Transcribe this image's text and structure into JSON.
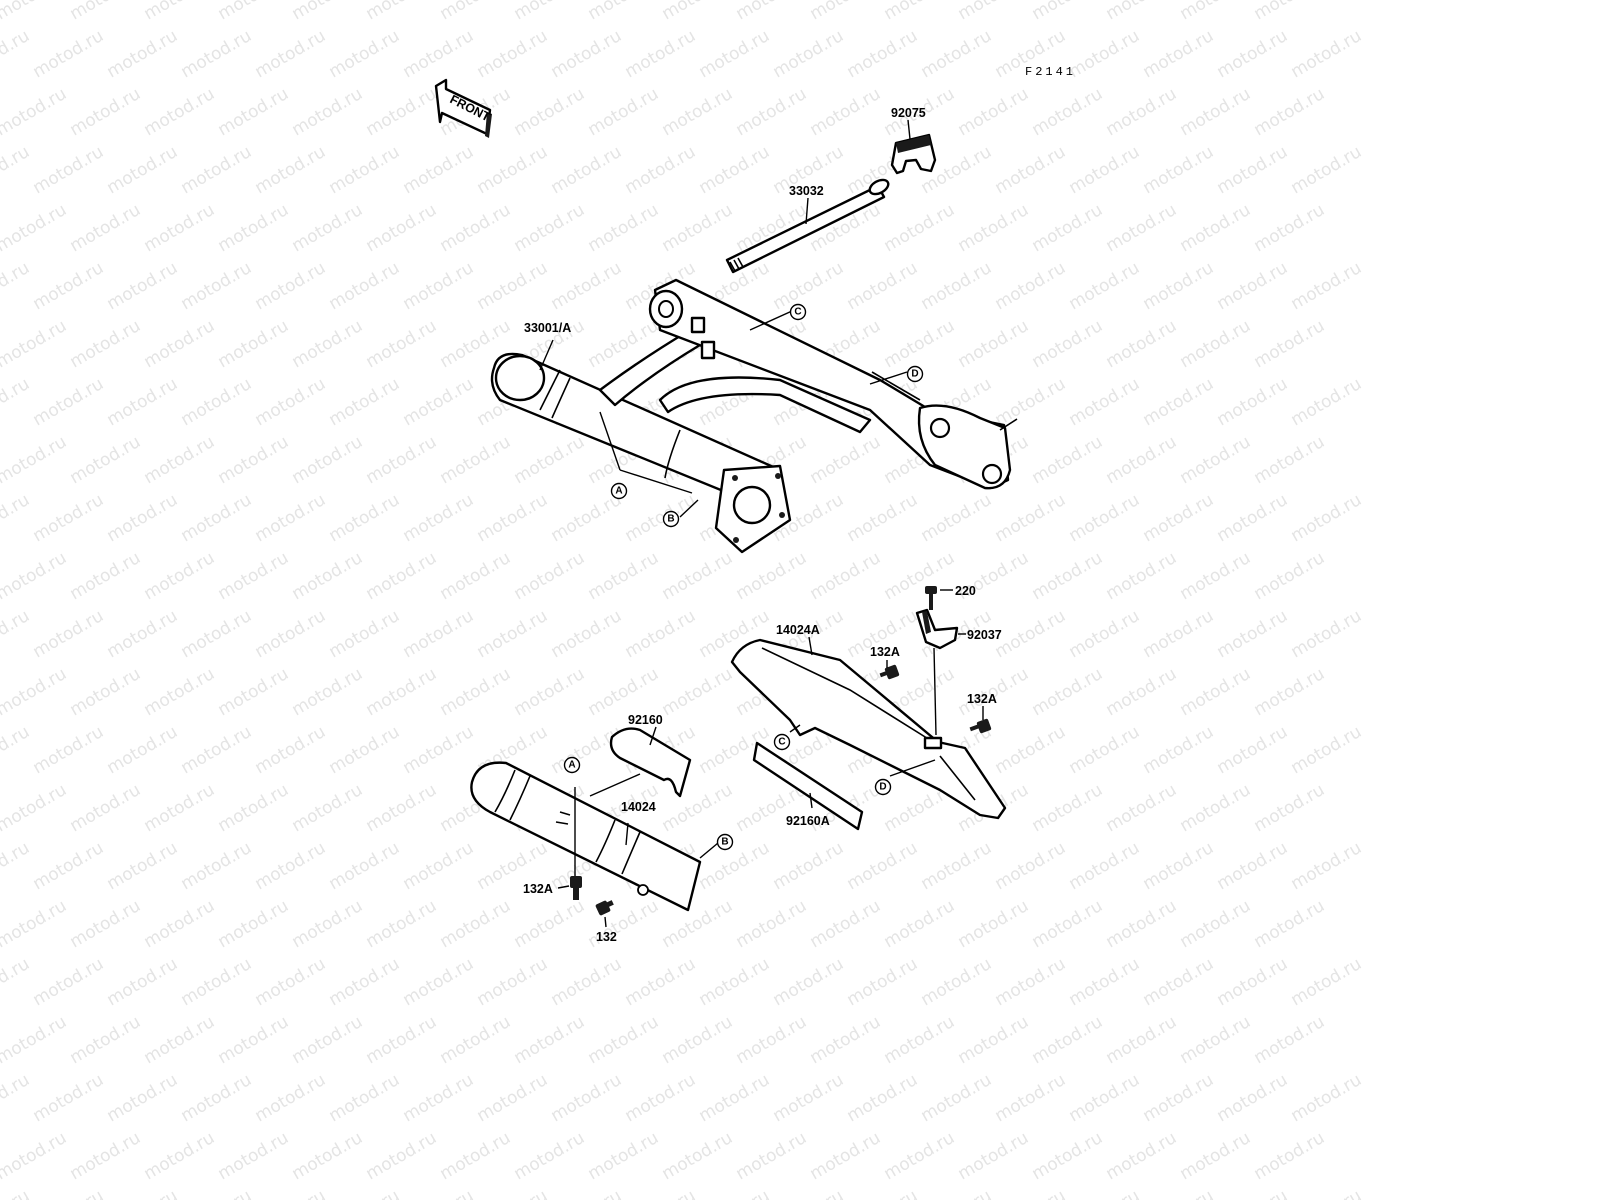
{
  "diagram": {
    "figure_code": "F2141",
    "front_label": "FRONT",
    "watermark_text": "motod.ru",
    "part_labels": {
      "p92075": "92075",
      "p33032": "33032",
      "p33001A": "33001/A",
      "p14024A": "14024A",
      "p132A_top": "132A",
      "p132A_right": "132A",
      "p220": "220",
      "p92037": "92037",
      "p92160": "92160",
      "p92160A": "92160A",
      "p14024": "14024",
      "p132A_bottom": "132A",
      "p132": "132"
    },
    "callouts": {
      "A_upper": "A",
      "B_upper": "B",
      "C_upper": "C",
      "D_upper": "D",
      "A_lower": "A",
      "B_lower": "B",
      "C_lower": "C",
      "D_lower": "D"
    }
  }
}
